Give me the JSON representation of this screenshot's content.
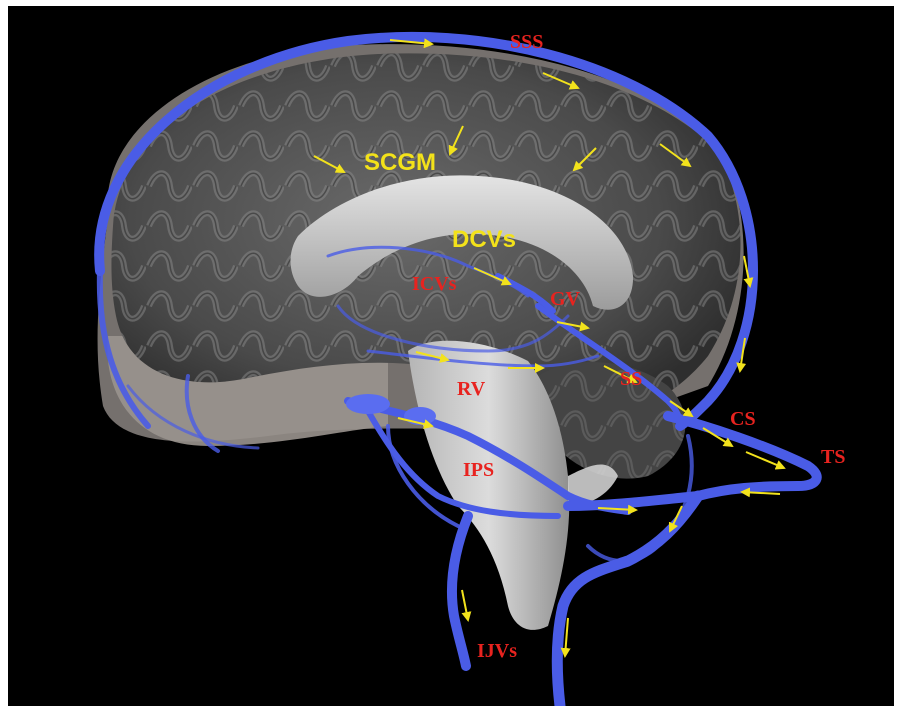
{
  "labels": {
    "sss": "SSS",
    "scgm": "SCGM",
    "dcvs": "DCVs",
    "icvs": "ICVs",
    "gv": "GV",
    "rv": "RV",
    "ss": "SS",
    "cs": "CS",
    "ts": "TS",
    "ips": "IPS",
    "ijvs": "IJVs"
  },
  "colors": {
    "background": "#000000",
    "vein": "#4a5ce6",
    "arrow": "#f2e21c",
    "label_red": "#e8231f",
    "label_yellow": "#f3e21a"
  }
}
